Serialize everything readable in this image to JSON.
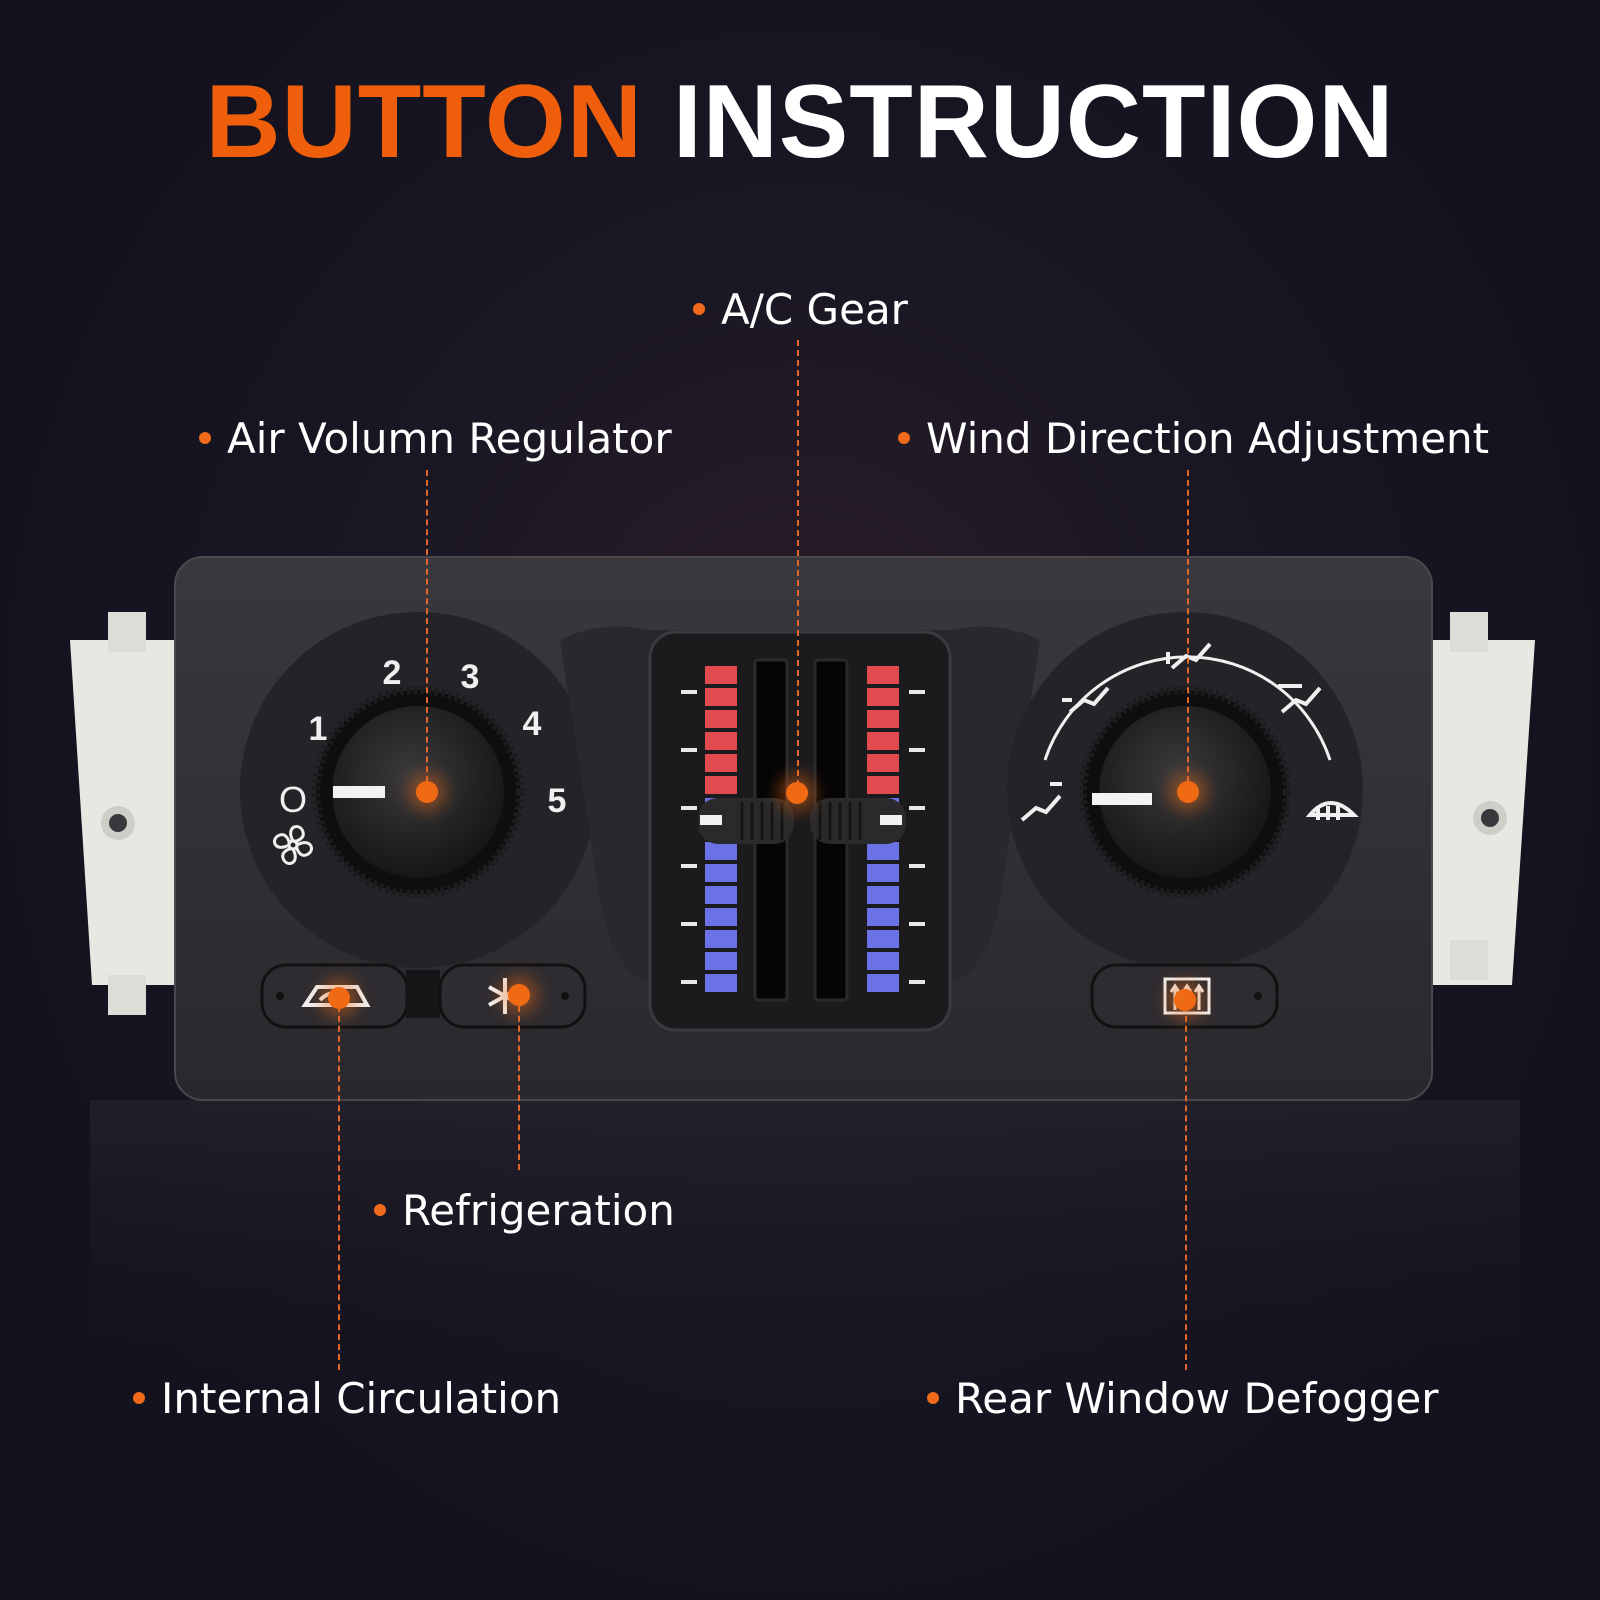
{
  "title": {
    "part1": "BUTTON",
    "part2": "INSTRUCTION"
  },
  "labels": {
    "ac_gear": "A/C Gear",
    "air_volume": "Air Volumn Regulator",
    "wind_direction": "Wind Direction Adjustment",
    "refrigeration": "Refrigeration",
    "internal_circulation": "Internal Circulation",
    "rear_defogger": "Rear Window Defogger"
  },
  "fan_dial": {
    "numbers": [
      "1",
      "2",
      "3",
      "4",
      "5"
    ],
    "off_symbol": "O"
  },
  "colors": {
    "accent": "#ef5f0b",
    "hot": "#e14a4e",
    "cold": "#6a72e6",
    "panel": "#2f2d31"
  }
}
